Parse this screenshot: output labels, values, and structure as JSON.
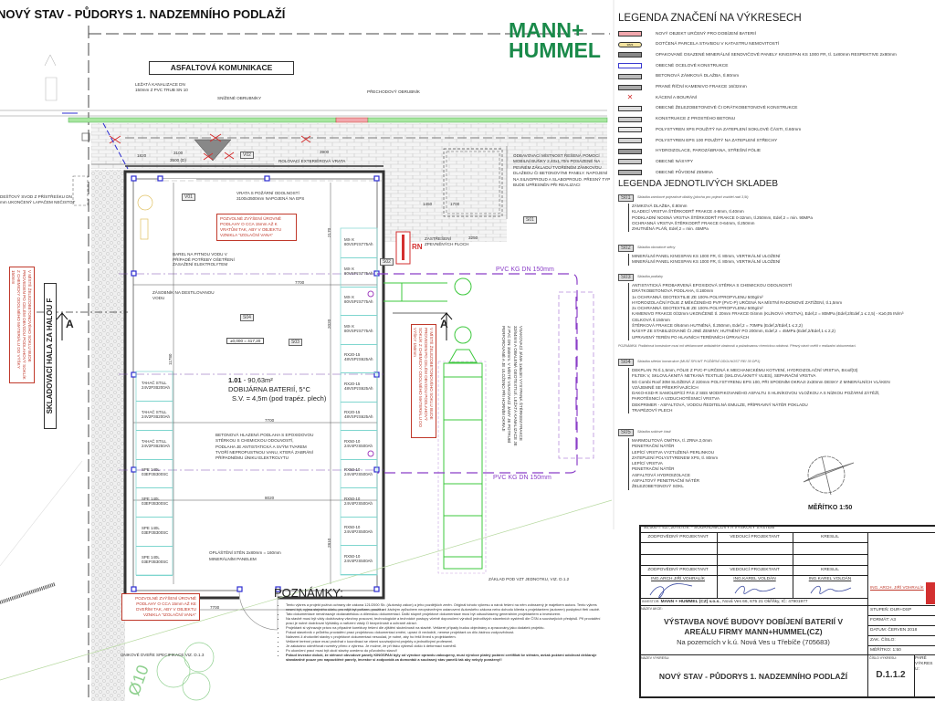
{
  "header": {
    "title": "NOVÝ STAV - PŮDORYS 1. NADZEMNÍHO PODLAŽÍ"
  },
  "logo": {
    "line1": "MANN+",
    "line2": "HUMMEL",
    "color": "#1a8a4a"
  },
  "plan": {
    "road_label": "ASFALTOVÁ KOMUNIKACE",
    "sewer_note": [
      "LEŽATÁ KANALIZACE DN",
      "150mm Z PVC TRUB SN 10"
    ],
    "curbs_lowered": "SNÍŽENÉ OBRUBNÍKY",
    "curb_transition": "PŘECHODOVÝ OBRUBNÍK",
    "rain_drain": [
      "DEŠŤOVÝ SVOD Z PŘÍSTŘEŠKU DN",
      "mm UKONČENÝ LAPAČEM NEČISTOT"
    ],
    "rolling_gate": "ROLOVACÍ EXTERIÉROVÁ VRATA",
    "fire_gate": [
      "VRATA S POŽÁRNÍ ODOLNOSTÍ",
      "3100x3500mm NAPOJENÁ NA EPS"
    ],
    "floor_raise_gate": "POZVOLNÉ ZVÝŠENÍ ÚROVNĚ PODLAHY O CCA 15mm AŽ K VRATŮM TAK, ABY V OBJEKTU VZNIKLA \"IZOLAČNÍ VANA\"",
    "water_barrel": [
      "BAREL NA PITNOU VODU V",
      "PŘÍPADĚ POTŘEBY OŠETŘENÍ",
      "ZASAŽENÍ ELEKTROLYTEM"
    ],
    "distilled_tank": [
      "ZÁSOBNÍK NA DESTILOVANOU",
      "VODU"
    ],
    "level_mark": "±0,000 = 417,20",
    "room_number": "1.01",
    "room_area": " - 90,63m²",
    "room_name": "DOBIJÁRNA BATERIÍ, 5°C",
    "room_height": "S.V. = 4,5m (pod trapéz. plech)",
    "floor_note": [
      "BETONOVÁ HLAZENÁ PODLAHA S EPOXIDOVOU",
      "STĚRKOU S CHEMICKOU ODOLNOSTÍ,",
      "PODLAHA JE ANTISTATICKÁ A SVÝM TVAREM",
      "TVOŘÍ NEPROPUSTNOU VANU, KTERÁ ZABRÁNÍ",
      "PŘÍPADNÉMU ÚNIKU ELEKTROLYTU"
    ],
    "wall_cladding": [
      "OPLÁŠTĚNÍ STĚN 2x80mm = 160mm",
      "MINERÁLNÍM PANELEM"
    ],
    "floor_raise_door": "POZVOLNÉ ZVÝŠENÍ ÚROVNĚ PODLAHY O CCA 15mm AŽ KE DVEŘÍM TAK, ABY V OBJEKTU VZNIKLA \"IZOLAČNÍ VANA\"",
    "escape_door": "ÚNIKOVÉ DVEŘE SPECIFIKACE VIZ. D.1.3",
    "dispatch_room": [
      "ODBAVOVACÍ MÍSTNOST ŘEŠENÁ POMOCÍ",
      "MOBILNÍ BUŇKY 2,40x1,70m POSAZENÉ NA",
      "PEVNÉM ZÁKLADU TVOŘENÉM ZÁMKOVOU",
      "DLAŽBOU ČI BETONOVÝMI PANELY. NAPOJENÍ",
      "NA SILNOPROUD A SLABOPROUD. PŘESNÝ TYP",
      "BUDE UPŘESNĚN PŘI REALIZACI"
    ],
    "roofing": [
      "ZASTŘEŠENÍ",
      "ZPEVNĚNÝCH PLOCH"
    ],
    "rn_label": "RN",
    "pvc_pipe_top": "PVC KG DN 150mm",
    "pvc_pipe_bottom": "PVC KG DN 150mm",
    "vzt_base": "ZÁKLAD POD VZT JEDNOTKU, VIZ. D.1.2",
    "plinth_note": "V MÍSTĚ ŽELEZOBETONOVÉHO SOKLU BUDE PROVEDEN PO CELÉM OBVODU PODLAHOVÝ SOKLÍK Z CHEMICKY ODOLNÉHO MATERIÁLU DO VÝŠKY 150mm",
    "soak_pit": [
      "VSAKOVACÍ JÁMA 1x6x3m VYSYPANÁ ŠTĚRKEM FRAKCE",
      "32/64mm A OBALENÁ GEOTEXTILIÍ. LEŽATÁ KANALIZACE JE",
      "Z PVC DN 150mm. V MÍSTĚ VSAKOVACÍ JÁMY JE POTRUBÍ",
      "PERFOROVANÉ A JE ULOŽENO PŘI HORNÍM OKRAJI"
    ],
    "neighbour_hall": "SKLADOVACÍ HALA ZA HALOU F",
    "section_mark": "A",
    "tags": {
      "v01": "V01",
      "v02": "V02",
      "s01": "S01",
      "s02": "S02",
      "s03": "S03",
      "s04": "S04"
    },
    "dims": {
      "d1820": "1820",
      "d3100": "3100",
      "d3500": "3500 (D)",
      "d3900": "3900",
      "d7700": "7700",
      "d8020": "8020",
      "d11780": "11780",
      "d2170": "2170",
      "d2020": "2020",
      "d1450": "1450",
      "d1700": "1700",
      "d3250": "3250",
      "d2810": "2810"
    },
    "racks_right": [
      {
        "type": "MX-X",
        "spec": "80VSPzS775Ah"
      },
      {
        "type": "MX-X",
        "spec": "80VSPzS775Ah"
      },
      {
        "type": "MX-X",
        "spec": "80VSPzS775Ah"
      },
      {
        "type": "MX-X",
        "spec": "80VSPzS775Ah"
      },
      {
        "type": "RX20-15",
        "spec": "48VSPzS625Ah"
      },
      {
        "type": "RX20-15",
        "spec": "48VSPzS625Ah"
      },
      {
        "type": "RX20-15",
        "spec": "48VSPzS625Ah"
      },
      {
        "type": "RX50-10",
        "spec": "24V4PzS500Ah"
      },
      {
        "type": "RX50-10",
        "spec": "24V4PzS500Ah"
      },
      {
        "type": "RX50-10",
        "spec": "24V4PzS500Ah"
      },
      {
        "type": "RX50-10",
        "spec": "24V4PzS500Ah"
      },
      {
        "type": "RX50-10",
        "spec": "24V4PzS500Ah"
      }
    ],
    "racks_left": [
      {
        "type": "TAHAČ STILL",
        "spec": "24V2PzB200Ah"
      },
      {
        "type": "TAHAČ STILL",
        "spec": "24V2PzB200Ah"
      },
      {
        "type": "TAHAČ STILL",
        "spec": "24V2PzB250Ah"
      },
      {
        "type": "SPE 140L",
        "spec": "03EPzB300SC"
      },
      {
        "type": "SPE 140L",
        "spec": "03EPzB300SC"
      },
      {
        "type": "SPE 140L",
        "spec": "03EPzB300SC"
      },
      {
        "type": "SPE 140L",
        "spec": "03EPzB300SC"
      }
    ],
    "tree_label": "Ø10"
  },
  "legend": {
    "title": "LEGENDA ZNAČENÍ NA VÝKRESECH",
    "items": [
      {
        "label": "NOVÝ OBJEKT URČENÝ PRO DOBÍJENÍ BATERIÍ",
        "color": "#f2a7ad"
      },
      {
        "label": "DOTČENÁ PARCELA STAVBOU V KATASTRU NEMOVITOSTÍ",
        "color": "#f3e3a0",
        "badge": "9823"
      },
      {
        "label": "OPAKOVANÉ OSAZENÉ MINERÁLNÍ SENDVIČOVÉ PANELY KINGSPAN KS 1000 FR, tl. 1x80mm RESPEKTIVE 2x80mm",
        "color": "#888888"
      },
      {
        "label": "OBECNÉ OCELOVÉ KONSTRUKCE",
        "color": "#ffffff",
        "border": "#3a3ad0"
      },
      {
        "label": "BETONOVÁ ZÁMKOVÁ DLAŽBA, tl.80mm",
        "color": "#bbbbbb"
      },
      {
        "label": "PRANÉ ŘÍČNÍ KAMENIVO FRAKCE 16/32mm",
        "color": "#aaaaaa"
      },
      {
        "label": "KÁCENÍ A BOURÁNÍ",
        "color": "none",
        "icon": "cross"
      },
      {
        "label": "OBECNÉ ŽELEZOBETONOVÉ ČI DRÁTKOBETONOVÉ KONSTRUKCE",
        "color": "#dddddd"
      },
      {
        "label": "KONSTRUKCE Z PROSTÉHO BETONU",
        "color": "#cccccc"
      },
      {
        "label": "POLYSTYREN XPS POUŽITÝ NA ZATEPLENÍ SOKLOVÉ ČÁSTI, tl.60mm",
        "color": "#e6e6e6"
      },
      {
        "label": "POLYSTYREN EPS 100 POUŽITÝ NA ZATEPLENÍ STŘECHY",
        "color": "#d4d4d4"
      },
      {
        "label": "HYDROIZOLACE, PAROZÁBRANA, STŘEŠNÍ FÓLIE",
        "color": "#999999"
      },
      {
        "label": "OBECNÉ NÁSYPY",
        "color": "#c8c8c8"
      },
      {
        "label": "OBECNÉ PŮVODNÍ ZEMINA",
        "color": "#b0b0b0"
      }
    ]
  },
  "skladby": {
    "title": "LEGENDA JEDNOTLIVÝCH SKLADEB",
    "groups": [
      {
        "tag": "S01",
        "caption": "Skladba zámkové pojezdové dlažby (plocha pro pojezd vozidel nad 3,5t)",
        "layers": [
          "ZÁMKOVÁ DLAŽBA, tl.80mm",
          "KLADECÍ VRSTVA ŠTĚRKODRŤ FRAKCE 4-8mm, tl.40mm",
          "PODKLADNÍ NOSNÁ VRSTVA ŠTĚRKODRŤ FRAKCE 0-32mm, tl.250mm, Edef,2 = min. 90MPa",
          "OCHRANNÁ VRSTVA ŠTĚRKODRŤ FRAKCE 0-64mm, tl.250mm",
          "ZHUTNĚNÁ PLÁŇ, Edef,2 = min. 45MPa"
        ]
      },
      {
        "tag": "S02",
        "caption": "Skladba obvodové stěny",
        "layers": [
          "MINERÁLNÍ PANEL KINGSPAN KS 1000 FR, tl. 80mm, VERTIKÁLNÍ ULOŽENÍ",
          "MINERÁLNÍ PANEL KINGSPAN KS 1000 FR, tl. 80mm, VERTIKÁLNÍ ULOŽENÍ"
        ]
      },
      {
        "tag": "S03",
        "caption": "Skladba podlahy",
        "layers": [
          "ANTISTATICKÁ PROBARVENÁ EPOXIDOVÁ STĚRKA S CHEMICKOU ODOLNOSTÍ",
          "DRÁTKOBETONOVÁ PODLAHA, tl.180mm",
          "1x OCHRANNÁ GEOTEXTILIE ZE 100% POLYPROPYLENU 500g/m²",
          "HYDROIZOLAČNÍ FÓLIE Z MĚKČENÉHO PVP (PVC-P) URČENÁ NA MÍSTNÍ RADONOVÉ ZATÍŽENÍ, tl.1,5mm",
          "2x OCHRANNÁ GEOTEXTILIE ZE 100% POLYPROPYLENU 500g/m²",
          "KAMENIVO FRAKCE 0/32mm UKONČENÉ tl. 20mm FRAKCE 0/4mm (KLÍNOVÁ VRSTVA), Edef,2 = 80MPa (Edef,2/Edef,1 ≤ 2,5) - K≥0,05 IN/m³",
          "CELKOVÁ tl.150mm",
          "ŠTĚRKOVÁ FRAKCE 0/64mm HUTNĚNÁ, tl.250mm, Edef,2 = 70MPa (Edef,2/Edef,1 ≤ 2,2)",
          "NÁSYP ZE STABILIZOVANÉ ČI JINÉ ZEMINY, HUTNĚNÝ PO 200mm, Edef,2 = 45MPa (Edef,2/Edef,1 ≤ 2,2)",
          "UPRAVENÝ TERÉN PO HLAVNÍCH TERÉNNÍCH ÚPRAVÁCH"
        ],
        "note": "POZNÁMKA: Podlahová konstrukce musí mít deklarované antistatické vlastnosti a požadovanou chemickou odolnost. Přesný návrh ověřit v realizační dokumentaci."
      },
      {
        "tag": "S04",
        "caption": "Skladba střešní konstrukce (MUSÍ SPLNIT POŽÁRNÍ ODOLNOST REI 30 DP1)",
        "layers": [
          "DEKPLAN 76 tl.1,5mm, FÓLIE Z PVC-P URČENÁ K MECHANICKÉMU KOTVENÍ, HYDROIZOLAČNÍ VRSTVA, Broof(t3)",
          "FILTEK V, SKLOVLÁKNITÁ NETKANÁ TEXTILIE (SKLOVLÁKNITÝ VLIES), SEPARAČNÍ VRSTVA",
          "5G Combi Roof 30M SLOŽENÁ Z 220mm POLYSTYRENU EPS 100, PŘI SPODNÍM OKRAJI 2x30mm DESKY Z MINERÁLNÍCH VLÁKEN",
          "VZÁJEMNĚ SE PŘEKRÝVAJÍCÍCH",
          "DAKO-KSD-R SAMOLEPÍCÍ PÁS Z SBS MODIFIKOVANÉHO ASFALTU S HLINÍKOVOU VLOŽKOU A S NÍZKOU POŽÁRNÍ ZÁTĚŽÍ,",
          "PAROTĚSNICÍ A VZDUCHOTĚSNICÍ VRSTVA",
          "DEKPRIMER - ASFALTOVÁ, VODOU ŘEDITELNÁ EMULZE, PŘÍPRAVNÝ NÁTĚR POKLADU",
          "TRAPÉZOVÝ PLECH"
        ]
      },
      {
        "tag": "S05",
        "caption": "Skladba soklové části",
        "layers": [
          "MARMOLITOVÁ OMÍTKA, tl. ZRNA 2,0mm",
          "PENETRAČNÍ NÁTĚR",
          "LEPÍCÍ VRSTVA VYZTUŽENÁ PERLINKOU",
          "ZATEPLENÍ POLYSTYRENEM XPS, tl. 80mm",
          "LEPÍCÍ VRSTVA",
          "PENETRAČNÍ NÁTĚR",
          "ASFALTOVÁ HYDROIZOLACE",
          "ASFALTOVÝ PENETRAČNÍ NÁTĚR",
          "ŽELEZOBETONOVÝ SOKL"
        ]
      }
    ]
  },
  "scale_label": "MĚŘÍTKO 1:50",
  "titleblock": {
    "coord_system": "±0,000 = 417,20 m.n.m. - SOUŘADNICOVÝ A VÝŠKOVÝ SYSTÉM",
    "col_headers": [
      "ZODPOVĚDNÝ PROJEKTANT",
      "VEDOUCÍ PROJEKTANT",
      "KRESLIL"
    ],
    "names": [
      "ING.ARCH.JIŘÍ VOHRALÍK",
      "ING.KAREL VOLDÁN",
      "ING.KAREL VOLDÁN"
    ],
    "stamp_name": "ING. ARCH. JIŘÍ VOHRALÍK",
    "investor_label": "INVESTOR:",
    "investor_name": "MANN + HUMMEL (CZ) v.o.s.",
    "investor_address": ", Nová Ves 66, 675 21 Okříšky, IČ: 47901977",
    "action_label": "NÁZEV AKCE:",
    "action_title_1": "VÝSTAVBA NOVÉ BUDOVY DOBÍJENÍ BATERIÍ V",
    "action_title_2": "AREÁLU FIRMY MANN+HUMMEL(CZ)",
    "action_location": "Na pozemcích v k.ú. Nová Ves u Třebíče (705683)",
    "stage": "STUPEŇ: DUR+DSP",
    "format": "FORMÁT: A3",
    "date": "DATUM: ČERVEN 2018",
    "order_no": "ZAK. ČÍSLO:",
    "scale": "MĚŘÍTKO: 1:50",
    "drawing_label": "NÁZEV VÝKRESU:",
    "drawing_title": "NOVÝ STAV - PŮDORYS 1. NADZEMNÍHO PODLAŽÍ",
    "number_label": "ČÍSLO VÝKRESU:",
    "number": "D.1.1.2",
    "pare_label": "PARÉ VÝKRESU:"
  },
  "notes": {
    "title": "POZNÁMKY:",
    "items": [
      "Tento výkres a projekt požívá ochrany dle zákona 121/2000 Sb. (Autorský zákon) a jeho pozdějších změn. Originál tohoto výkresu a nárok řešení na něm zobrazený je majetkem autora. Tento výkres nesmí být, vyjma stejného účelu, pro nějž byl pořízen, použit ani žádným způsobem neoprávněným ustanovení Autorského zákona nebo dohodu klienta s projektantem (autorem) poskytnut třetí osobě.",
      "Tato dokumentace nenahrazuje dodavatelskou a dílenskou dokumentaci. Další stupně projektové dokumentace musí být odsouhlaseny generálním projektantem a investorem.",
      "Na stavbě musí být vždy dodržovány všechny pracovní, technologické a technické postupy včetně doporučení výrobců jednotlivých stavebních systémů dle ČSN a souvisejících předpisů. Při provádění prací je nutné dodržovat Vyhlášky a nařízení vlády O bezpečnosti a ochraně zdraví.",
      "Projektant si vyhrazuje právo na případné korektury řešení dle zjištění skutečností na stavbě. Veškeré případy budou objednány a zpracovány jako dodatek projektu.",
      "Pokud stavebník v průběhu provádění prací projektovou dokumentaci změní, upraví či nedodrží, nenese projektant za dílo žádnou zodpovědnost.",
      "Nalezení-li zhotovitel stavby v projektové dokumentaci nesoulad, je nutné, aby ho řešil ihned s projektantem.",
      "Veškeré terénní práce musí probíhat v koordinaci se všemi souvisejícími projekty a jednotlivými profesemi.",
      "Je zakázáno odměřovat rozměry přímo z výkresu. Je možné, že při tisku výkresů došlo k deformaci rozměrů.",
      "Po ukončení prací musí být okolí stavby uvedeno do původního stavu!!",
      "Pokud investor doloží, že stěnové obvodové panely KINGSPAN byly od výrobce opravdu zakoupeny, musí výrobce platný požární certifikát ke stěnám, avšak požární odolnost deklaruje standardně pouze pro napouštěné panely, investor si zodpovídá za domontáž a současný stav panelů tak aby nebyly poraženy!!"
    ]
  }
}
